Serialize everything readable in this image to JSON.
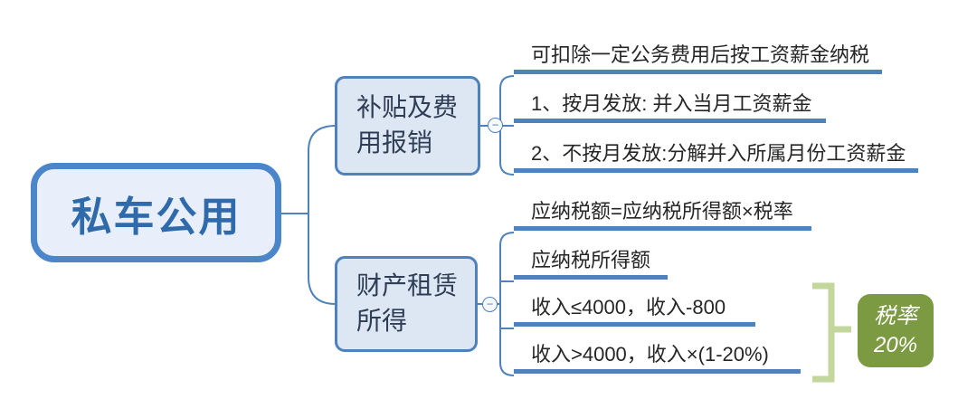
{
  "root": {
    "label": "私车公用"
  },
  "branches": [
    {
      "label": "补贴及费用报销",
      "toggle": "−",
      "children": [
        "可扣除一定公务费用后按工资薪金纳税",
        "1、按月发放: 并入当月工资薪金",
        "2、不按月发放:分解并入所属月份工资薪金"
      ]
    },
    {
      "label": "财产租赁所得",
      "toggle": "−",
      "children": [
        "应纳税额=应纳税所得额×税率",
        "应纳税所得额",
        "收入≤4000，收入-800",
        "收入>4000，收入×(1-20%)"
      ]
    }
  ],
  "callout": {
    "line1": "税率",
    "line2": "20%"
  },
  "colors": {
    "accent_blue": "#4f81bd",
    "root_border": "#4c86ca",
    "root_fill": "#e9effa",
    "root_text": "#2f6bab",
    "branch_fill": "#dde7f3",
    "branch_text": "#2f3e56",
    "leaf_text": "#262626",
    "bracket_green": "#c3d69b",
    "callout_green": "#7b9a41",
    "callout_text": "#ffffff"
  }
}
